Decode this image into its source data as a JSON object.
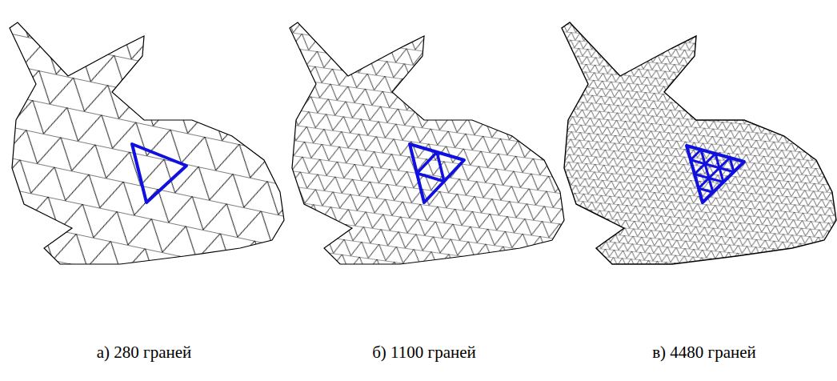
{
  "diagram": {
    "labels": [
      "а) 280 граней",
      "б) 1100 граней",
      "в) 4480 граней"
    ]
  }
}
